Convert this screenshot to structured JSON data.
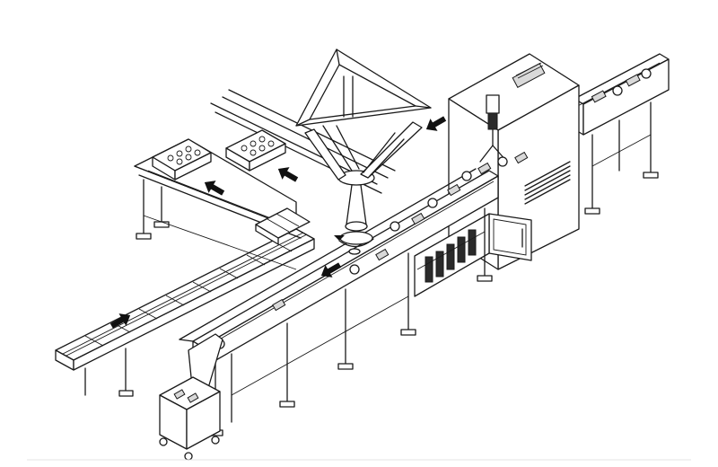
{
  "figure": {
    "background": "#ffffff",
    "line_color": "#1a1a1a",
    "arrow_color": "#111111"
  },
  "components": [
    "delta-robot",
    "infeed-conveyor",
    "tray-conveyor-left",
    "tray-conveyor-center",
    "rear-conveyor",
    "control-cabinet",
    "collection-bin"
  ],
  "flow_arrows": [
    {
      "name": "arrow-tray-left",
      "icon": "arrow-up-left-icon"
    },
    {
      "name": "arrow-tray-center",
      "icon": "arrow-up-left-icon"
    },
    {
      "name": "arrow-infeed-in",
      "icon": "arrow-down-left-icon"
    },
    {
      "name": "arrow-infeed-main",
      "icon": "arrow-down-left-icon"
    },
    {
      "name": "arrow-tray-front",
      "icon": "arrow-up-right-icon"
    }
  ]
}
